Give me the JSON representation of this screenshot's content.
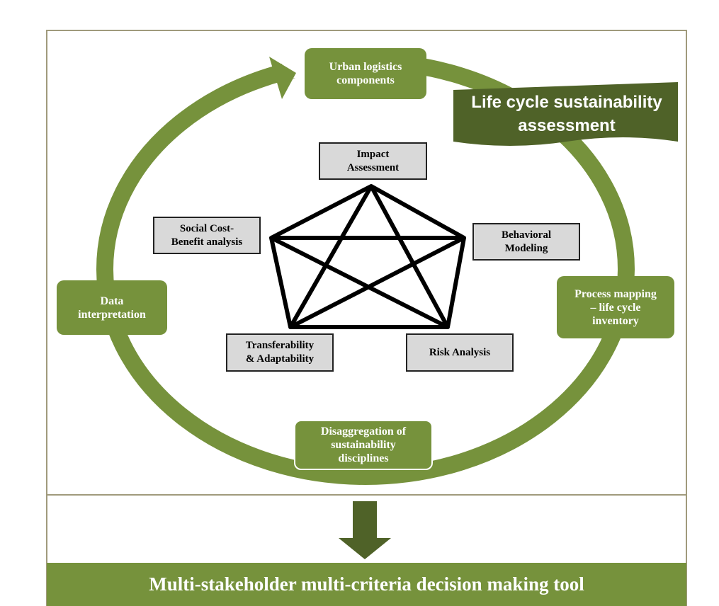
{
  "diagram": {
    "cycle_nodes": {
      "urban_logistics": "Urban logistics\ncomponents",
      "process_mapping": "Process mapping\n– life cycle\ninventory",
      "disaggregation": "Disaggregation of\nsustainability\ndisciplines",
      "data_interpretation": "Data\ninterpretation"
    },
    "banner": "Life cycle sustainability\nassessment",
    "pentagon_nodes": {
      "impact": "Impact\nAssessment",
      "behavioral": "Behavioral\nModeling",
      "risk": "Risk Analysis",
      "transferability": "Transferability\n& Adaptability",
      "social": "Social Cost-\nBenefit analysis"
    },
    "bottom_bar": "Multi-stakeholder multi-criteria decision making tool"
  },
  "colors": {
    "green": "#76923c",
    "dark_green": "#4f6228",
    "gray_box": "#d9d9d9",
    "frame": "#a09a7c"
  }
}
